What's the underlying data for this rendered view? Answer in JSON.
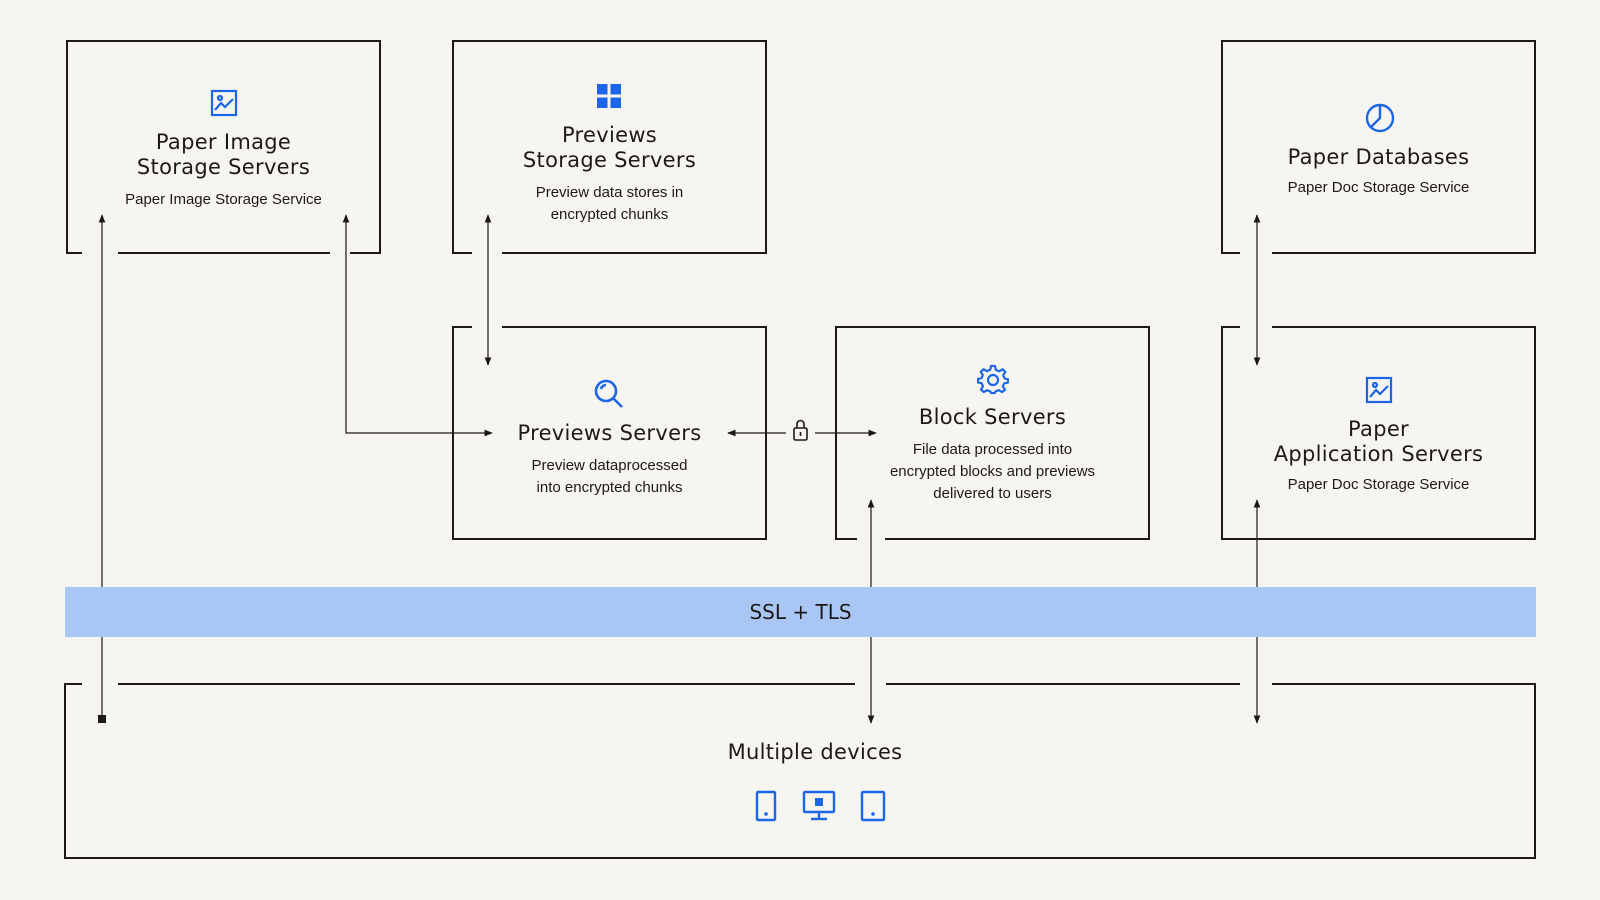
{
  "nodes": {
    "image_storage": {
      "title_lines": [
        "Paper Image",
        "Storage Servers"
      ],
      "subtitle": "Paper Image Storage Service",
      "icon": "image-icon"
    },
    "previews_storage": {
      "title_lines": [
        "Previews",
        "Storage Servers"
      ],
      "subtitle_lines": [
        "Preview data stores in",
        "encrypted chunks"
      ],
      "icon": "grid-icon"
    },
    "paper_databases": {
      "title": "Paper Databases",
      "subtitle": "Paper Doc Storage Service",
      "icon": "pie-chart-icon"
    },
    "previews_servers": {
      "title": "Previews Servers",
      "subtitle_lines": [
        "Preview dataprocessed",
        "into encrypted chunks"
      ],
      "icon": "magnifier-icon"
    },
    "block_servers": {
      "title": "Block Servers",
      "subtitle_lines": [
        "File data processed into",
        "encrypted blocks and  previews",
        "delivered to users"
      ],
      "icon": "gear-icon"
    },
    "app_servers": {
      "title_lines": [
        "Paper",
        "Application Servers"
      ],
      "subtitle": "Paper Doc Storage Service",
      "icon": "image-icon"
    },
    "devices": {
      "title": "Multiple devices",
      "icons": [
        "phone-icon",
        "desktop-icon",
        "tablet-icon"
      ]
    }
  },
  "band": {
    "label": "SSL + TLS"
  },
  "colors": {
    "background": "#f6f5f1",
    "stroke": "#1e1919",
    "icon_blue": "#1a66e6",
    "band": "#a9c6f5"
  }
}
